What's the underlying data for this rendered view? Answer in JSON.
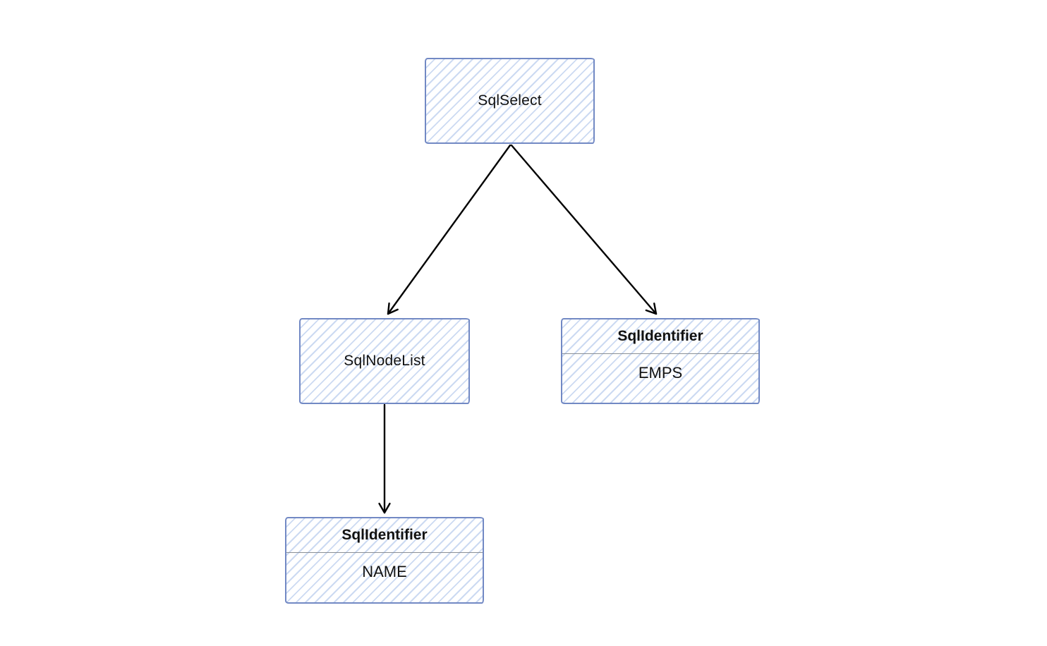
{
  "diagram": {
    "type": "tree",
    "description_colors": {
      "box_border": "#7289c4",
      "box_hatch": "#ccdaf2",
      "arrow": "#000000",
      "divider": "#8a8f96",
      "text": "#111111",
      "background": "#ffffff"
    },
    "nodes": [
      {
        "id": "sqlselect",
        "kind": "plain",
        "label": "SqlSelect"
      },
      {
        "id": "sqlnodelist",
        "kind": "plain",
        "label": "SqlNodeList"
      },
      {
        "id": "emps",
        "kind": "titled",
        "title": "SqlIdentifier",
        "value": "EMPS"
      },
      {
        "id": "name",
        "kind": "titled",
        "title": "SqlIdentifier",
        "value": "NAME"
      }
    ],
    "edges": [
      {
        "from": "sqlselect",
        "to": "sqlnodelist"
      },
      {
        "from": "sqlselect",
        "to": "emps"
      },
      {
        "from": "sqlnodelist",
        "to": "name"
      }
    ]
  }
}
